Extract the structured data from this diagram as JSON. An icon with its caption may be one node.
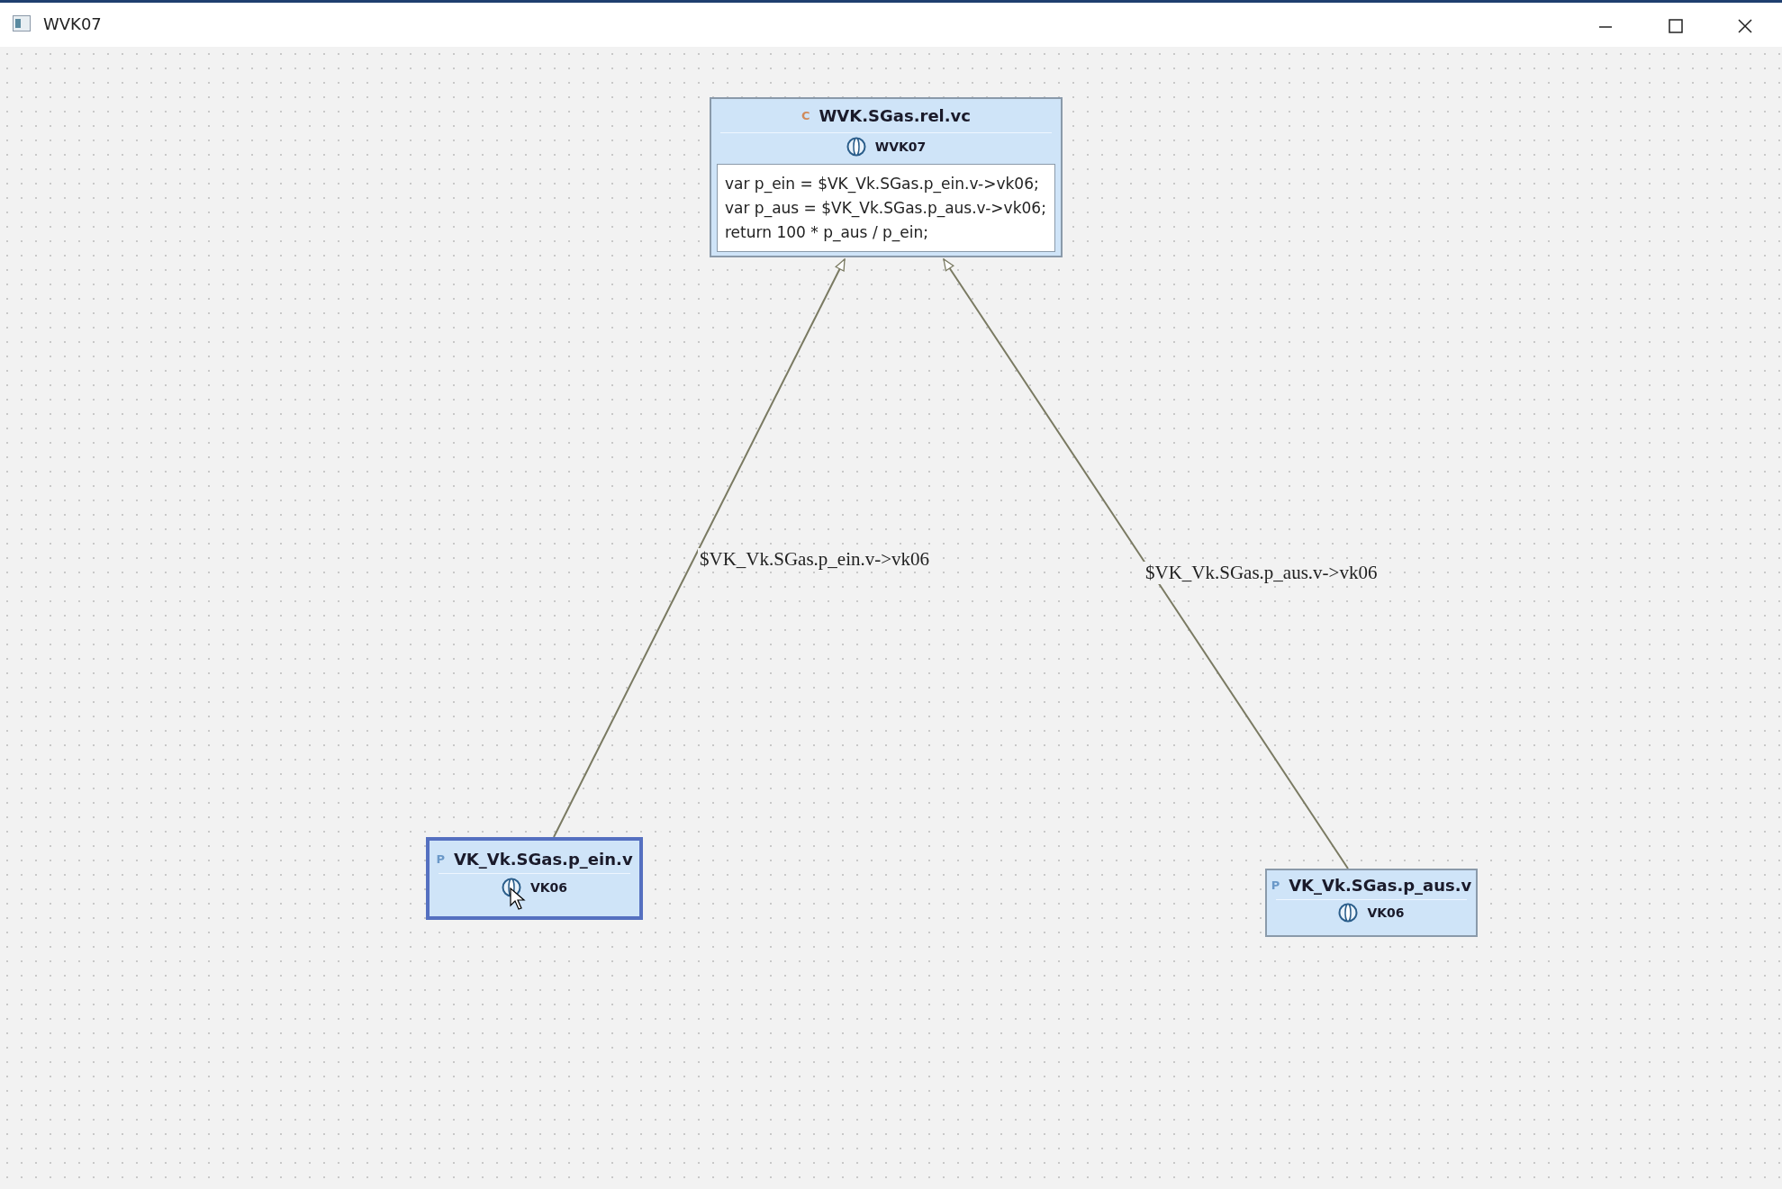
{
  "diagram": {
    "title": "WVK07",
    "nodes": [
      {
        "text": [
          "C",
          "WVK.SGas.rel.vc",
          "WVK07"
        ]
      },
      {
        "text": [
          "var p_ein = $VK_Vk.SGas.p_ein.v->vk06;",
          "var p_aus = $VK_Vk.SGas.p_aus.v->vk06;",
          "return 100 * p_aus / p_ein;"
        ],
        "in": 0
      },
      {
        "text": [
          "P",
          "VK_Vk.SGas.p_ein.v",
          "VK06"
        ]
      },
      {
        "text": [
          "P",
          "VK_Vk.SGas.p_aus.v",
          "VK06"
        ]
      }
    ],
    "edges": [
      {
        "from": 2,
        "to": 0,
        "arrow": "to",
        "label": "$VK_Vk.SGas.p_ein.v->vk06"
      },
      {
        "from": 3,
        "to": 0,
        "arrow": "to",
        "label": "$VK_Vk.SGas.p_aus.v->vk06"
      }
    ]
  }
}
